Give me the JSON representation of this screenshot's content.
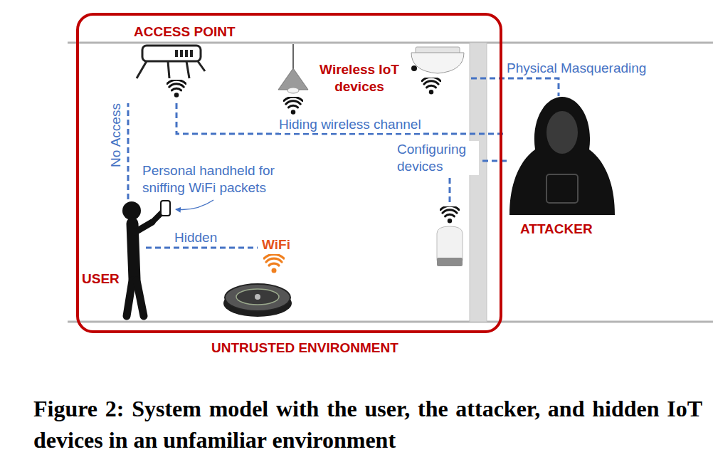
{
  "diagram": {
    "caption": "Figure 2: System model with the user, the attacker, and hidden IoT devices in an unfamiliar environment",
    "nodes": [
      {
        "text": [
          "UNTRUSTED ENVIRONMENT"
        ]
      },
      {
        "text": [
          "ACCESS POINT"
        ],
        "in": 0
      },
      {
        "text": [
          "Wireless IoT devices"
        ],
        "in": 0
      },
      {
        "text": [
          "USER"
        ],
        "in": 0
      },
      {
        "text": [
          "WiFi"
        ],
        "in": 0
      },
      {
        "text": [
          "ATTACKER"
        ]
      }
    ],
    "edges": [
      {
        "from": 3,
        "to": 1,
        "arrow": "none",
        "label": "No Access"
      },
      {
        "from": 1,
        "to": 5,
        "arrow": "none",
        "label": "Hiding wireless channel"
      },
      {
        "from": 2,
        "to": 5,
        "arrow": "none",
        "label": "Physical Masquerading"
      },
      {
        "from": 3,
        "to": 4,
        "arrow": "none",
        "label": "Hidden"
      }
    ],
    "labels": [
      "Personal handheld for sniffing WiFi packets",
      "Configuring devices"
    ]
  }
}
